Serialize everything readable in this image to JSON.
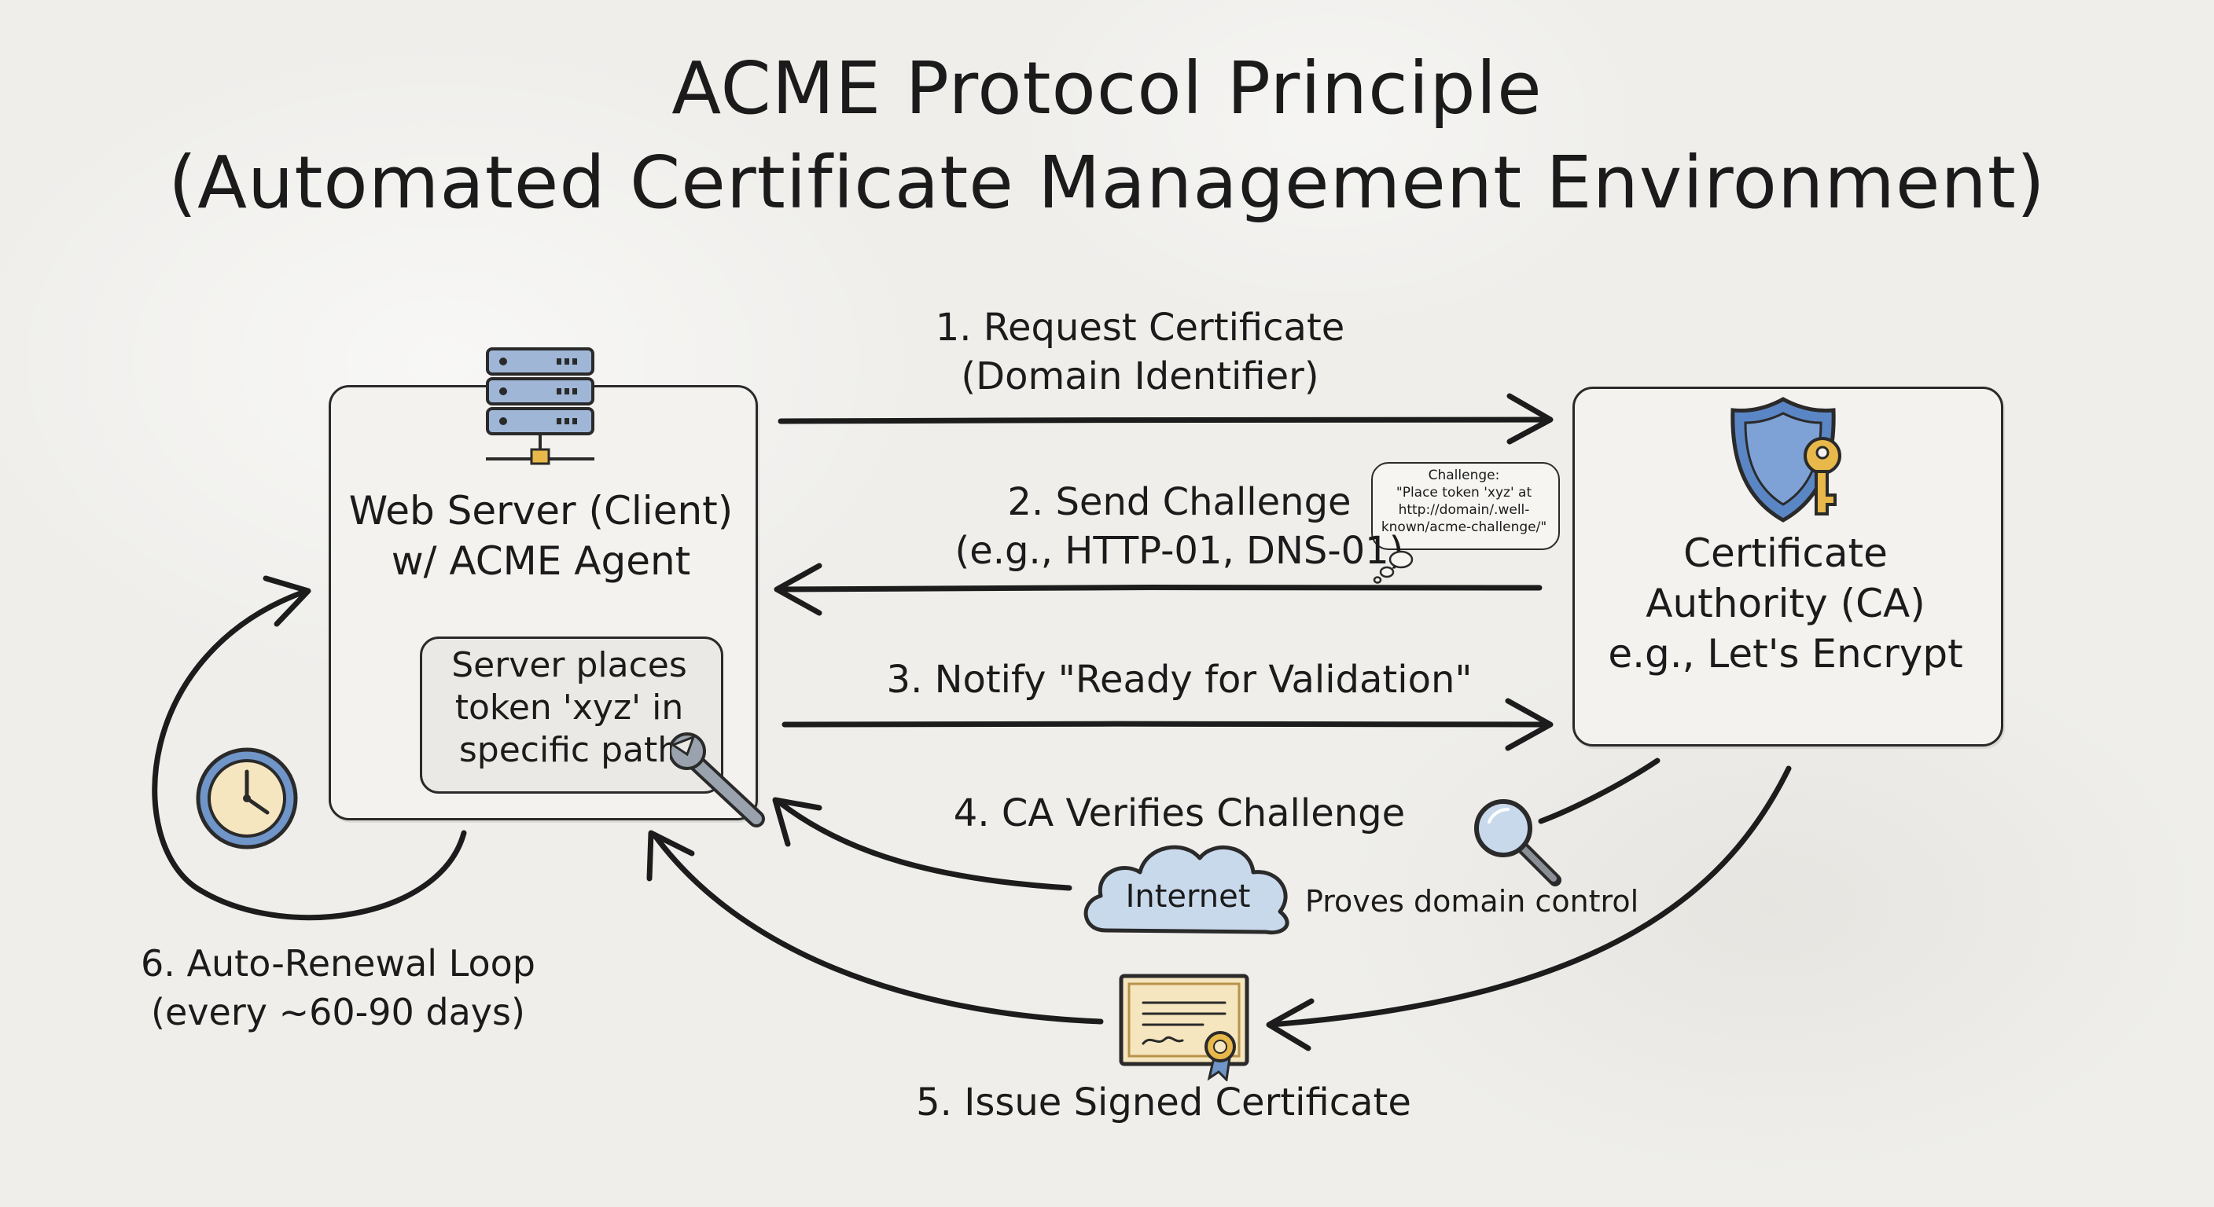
{
  "title": {
    "line1": "ACME Protocol Principle",
    "line2": "(Automated Certificate Management Environment)"
  },
  "client": {
    "name_line1": "Web Server (Client)",
    "name_line2": "w/ ACME Agent",
    "token_line1": "Server places",
    "token_line2": "token 'xyz' in",
    "token_line3": "specific path"
  },
  "ca": {
    "name_line1": "Certificate",
    "name_line2": "Authority (CA)",
    "name_line3": "e.g., Let's Encrypt"
  },
  "steps": {
    "s1_line1": "1. Request Certificate",
    "s1_line2": "(Domain Identifier)",
    "s2_line1": "2. Send Challenge",
    "s2_line2": "(e.g., HTTP-01, DNS-01)",
    "s3": "3. Notify \"Ready for Validation\"",
    "s4": "4. CA Verifies Challenge",
    "s5": "5. Issue Signed Certificate",
    "s6_line1": "6. Auto-Renewal Loop",
    "s6_line2": "(every ~60-90 days)"
  },
  "challenge_bubble": {
    "line1": "Challenge:",
    "line2": "\"Place token 'xyz' at",
    "line3": "http://domain/.well-",
    "line4": "known/acme-challenge/\""
  },
  "internet_label": "Internet",
  "proves_label": "Proves domain control",
  "icons": [
    "server-icon",
    "shield-key-icon",
    "wrench-icon",
    "clock-icon",
    "magnifier-icon",
    "cloud-icon",
    "certificate-icon"
  ],
  "colors": {
    "ink": "#1b1b1b",
    "shield_blue": "#5b86c5",
    "key_gold": "#e8b84a",
    "server_blue": "#9fb6d6",
    "cloud_blue": "#c9d9ec",
    "cert_paper": "#f6e6bf"
  }
}
